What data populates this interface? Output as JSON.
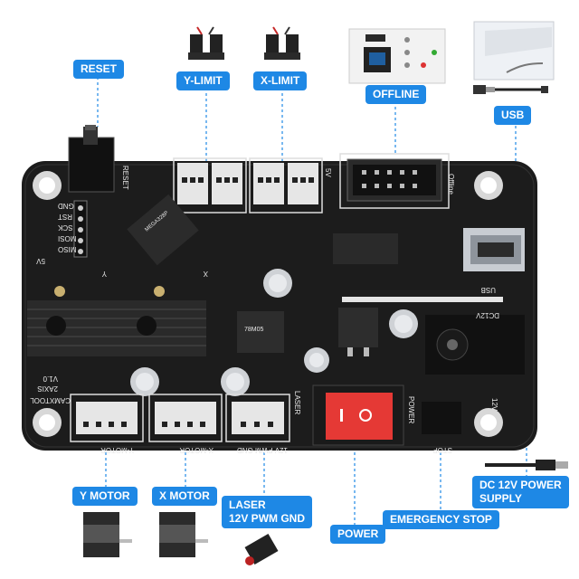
{
  "labels": {
    "reset": "RESET",
    "y_limit": "Y-LIMIT",
    "x_limit": "X-LIMIT",
    "offline": "OFFLINE",
    "usb": "USB",
    "y_motor": "Y MOTOR",
    "x_motor": "X MOTOR",
    "laser_line1": "LASER",
    "laser_line2": "12V PWM GND",
    "power": "POWER",
    "emergency_stop": "EMERGENCY STOP",
    "dc_line1": "DC 12V POWER",
    "dc_line2": "SUPPLY"
  },
  "silkscreen": {
    "reset": "RESET",
    "offline": "Offline",
    "five_v_top": "5V",
    "isp_pins": [
      "GND",
      "RST",
      "SCK",
      "MOSI",
      "MISO"
    ],
    "five_v_left": "5V",
    "y_mark": "Y",
    "x_mark": "X",
    "usb": "USB",
    "dc12v": "DC12V",
    "version": "V1.0",
    "axis": "2AXIS",
    "brand": "CAMXTOOL",
    "laser": "LASER",
    "power": "POWER",
    "twelve_v": "12V",
    "y_motor": "Y-MOTOR",
    "x_motor": "X-MOTOR",
    "laser_pins": "12V PWM GND",
    "stop": "STOP",
    "ic_text": "MEGA328P",
    "regulator": "78M05"
  },
  "colors": {
    "board": "#1c1c1c",
    "accent": "#1e88e5",
    "switch": "#e53935"
  }
}
